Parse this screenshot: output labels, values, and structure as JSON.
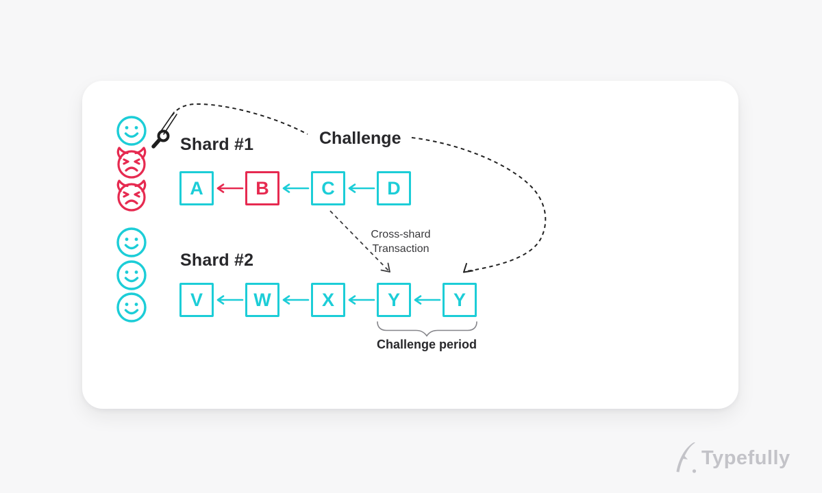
{
  "page": {
    "background": "#f7f7f8",
    "card_background": "#ffffff"
  },
  "colors": {
    "teal": "#1ccdd7",
    "red": "#e62a50",
    "ink": "#28282b",
    "brace_gray": "#85858a",
    "watermark_gray": "#c3c3c8"
  },
  "labels": {
    "challenge": "Challenge",
    "cross_shard": [
      "Cross-shard",
      "Transaction"
    ],
    "challenge_period": "Challenge period"
  },
  "shards": [
    {
      "title": "Shard #1",
      "validators": [
        "happy",
        "malicious",
        "malicious"
      ],
      "blocks": [
        {
          "label": "A",
          "state": "valid"
        },
        {
          "label": "B",
          "state": "invalid"
        },
        {
          "label": "C",
          "state": "valid"
        },
        {
          "label": "D",
          "state": "valid"
        }
      ]
    },
    {
      "title": "Shard #2",
      "validators": [
        "happy",
        "happy",
        "happy"
      ],
      "blocks": [
        {
          "label": "V",
          "state": "valid"
        },
        {
          "label": "W",
          "state": "valid"
        },
        {
          "label": "X",
          "state": "valid"
        },
        {
          "label": "Y",
          "state": "valid"
        },
        {
          "label": "Y",
          "state": "valid"
        }
      ]
    }
  ],
  "watermark": {
    "brand": "Typefully"
  }
}
